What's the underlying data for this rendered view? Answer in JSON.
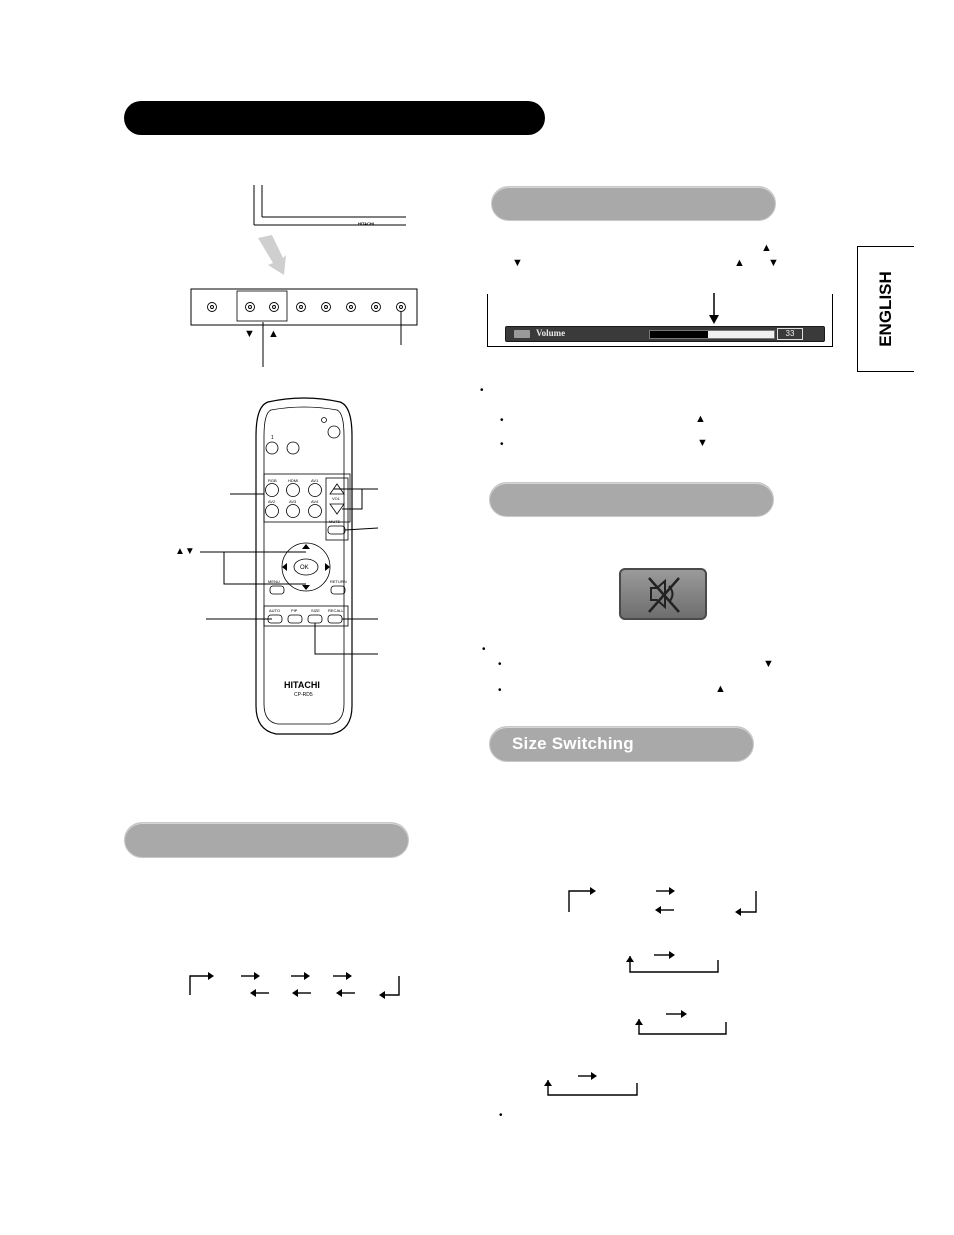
{
  "side_tab": {
    "label": "ENGLISH"
  },
  "sections": {
    "size_switching": {
      "title": "Size Switching"
    }
  },
  "volume_osd": {
    "label": "Volume",
    "value": "33",
    "level_fraction": 0.47
  },
  "remote": {
    "brand": "HITACHI",
    "model": "CP-RD5",
    "buttons": {
      "ok": "OK",
      "menu": "MENU",
      "return": "RETURN",
      "auto": "AUTO",
      "pip": "PIP",
      "size": "SIZE",
      "recall": "RECALL",
      "vol": "VOL",
      "mute": "MUTE",
      "rgb": "RGB",
      "hdmi": "HDMI",
      "av1": "AV1",
      "av2": "AV2",
      "av3": "AV3",
      "av4": "AV4",
      "num1": "1"
    }
  },
  "monitor": {
    "brand": "HITACHI"
  },
  "symbols": {
    "up": "▲",
    "down": "▼",
    "updown": "▲▼",
    "bullet": "•"
  },
  "colors": {
    "section_pill": "#a9a9a9",
    "header_pill": "#000000"
  }
}
